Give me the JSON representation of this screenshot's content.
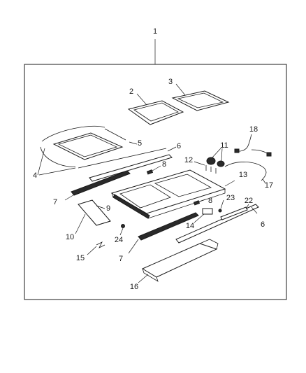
{
  "diagram": {
    "callouts": {
      "c1": "1",
      "c2": "2",
      "c3": "3",
      "c4": "4",
      "c5": "5",
      "c6a": "6",
      "c6b": "6",
      "c7a": "7",
      "c7b": "7",
      "c8a": "8",
      "c8b": "8",
      "c9": "9",
      "c10": "10",
      "c11": "11",
      "c12": "12",
      "c13": "13",
      "c14": "14",
      "c15": "15",
      "c16": "16",
      "c17": "17",
      "c18": "18",
      "c22": "22",
      "c23": "23",
      "c24": "24"
    }
  }
}
